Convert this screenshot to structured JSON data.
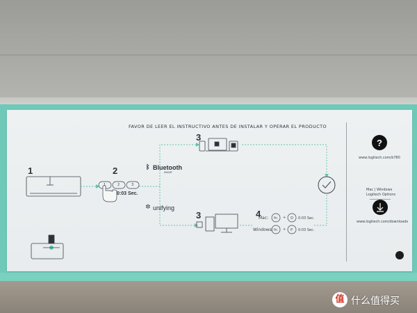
{
  "card": {
    "heading": "FAVOR DE LEER EL INSTRUCTIVO ANTES DE INSTALAR Y OPERAR EL PRODUCTO",
    "steps": {
      "one": "1",
      "two": "2",
      "three_bt": "3",
      "three_unifying": "3",
      "four": "4"
    },
    "channel_buttons": [
      "1",
      "2",
      "3"
    ],
    "hold_time": "0:03 Sec.",
    "bluetooth": {
      "label": "Bluetooth",
      "sub": "SMART"
    },
    "unifying": {
      "label": "unifying"
    },
    "os_shortcuts": [
      {
        "os": "Mac:",
        "key1": "fn",
        "plus": "+",
        "key2": "O",
        "time": "0:03 Sec."
      },
      {
        "os": "Windows:",
        "key1": "fn",
        "plus": "+",
        "key2": "P",
        "time": "0:03 Sec."
      }
    ],
    "sidebar": {
      "help_url": "www.logitech.com/k780",
      "options_line1": "Mac  |  Windows",
      "options_line2": "Logitech Options",
      "downloads_url": "www.logitech.com/downloads"
    }
  },
  "watermark": {
    "badge": "值",
    "text": "什么值得买"
  },
  "colors": {
    "tray": "#6fc9b8",
    "card": "#eef1f2",
    "flow": "#5fc2ae",
    "ink": "#2b3238"
  }
}
